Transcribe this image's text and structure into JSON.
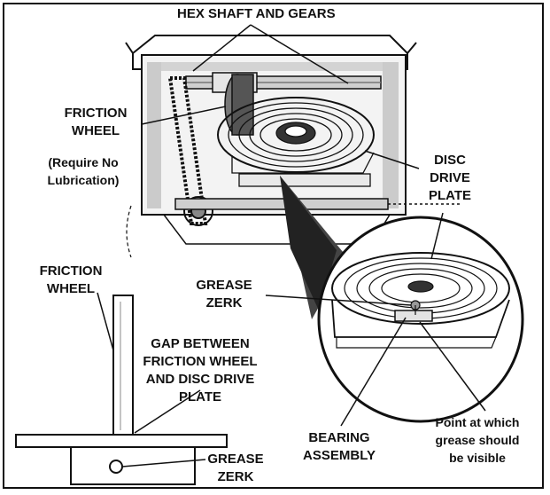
{
  "labels": {
    "hex_shaft": "HEX SHAFT AND GEARS",
    "friction_wheel_top": "FRICTION\nWHEEL",
    "no_lubrication": "(Require No\nLubrication)",
    "disc_drive_plate": "DISC\nDRIVE\nPLATE",
    "grease_zerk_detail": "GREASE\nZERK",
    "friction_wheel_side": "FRICTION\nWHEEL",
    "gap_label": "GAP BETWEEN\nFRICTION WHEEL\nAND DISC DRIVE\nPLATE",
    "grease_zerk_side": "GREASE\nZERK",
    "bearing_assembly": "BEARING\nASSEMBLY",
    "grease_visible_point": "Point at which\ngrease should\nbe visible"
  }
}
